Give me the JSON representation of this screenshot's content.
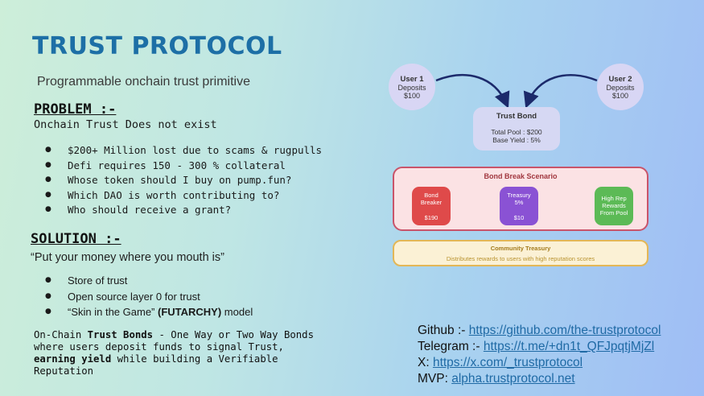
{
  "title": "TRUST PROTOCOL",
  "subtitle": "Programmable onchain trust primitive",
  "problem": {
    "heading": "PROBLEM :-",
    "subheading": "Onchain Trust Does not exist",
    "items": [
      "$200+ Million lost due to scams & rugpulls",
      "Defi requires 150 - 300 % collateral",
      "Whose token should I buy on pump.fun?",
      "Which DAO is worth contributing to?",
      "Who should receive a grant?"
    ]
  },
  "solution": {
    "heading": "SOLUTION :-",
    "subheading": "“Put your money where you mouth is”",
    "items": [
      "Store of trust",
      "Open source layer 0 for trust"
    ],
    "item3_pre": "“Skin in the Game” ",
    "item3_bold": "(FUTARCHY)",
    "item3_post": " model"
  },
  "bonds": {
    "p1": "On-Chain ",
    "p2": "Trust Bonds",
    "p3": " - One Way or Two Way Bonds where users deposit funds to signal Trust, ",
    "p4": "earning yield",
    "p5": " while building a Verifiable Reputation"
  },
  "diagram": {
    "user1": {
      "name": "User 1",
      "line1": "Deposits",
      "line2": "$100"
    },
    "user2": {
      "name": "User 2",
      "line1": "Deposits",
      "line2": "$100"
    },
    "trust_bond": {
      "title": "Trust Bond",
      "line1": "Total Pool : $200",
      "line2": "Base Yield : 5%"
    },
    "bond_break": {
      "title": "Bond Break Scenario",
      "breaker": {
        "l1": "Bond",
        "l2": "Breaker",
        "value": "$190"
      },
      "treasury": {
        "l1": "Treasury",
        "l2": "5%",
        "value": "$10"
      },
      "rewards": {
        "l1": "High Rep",
        "l2": "Rewards",
        "l3": "From Pool"
      }
    },
    "community": {
      "title": "Community Treasury",
      "subtitle": "Distributes rewards to users with high reputation scores"
    },
    "colors": {
      "breaker": "#df4a4a",
      "treasury": "#8a52d4",
      "rewards": "#5cba56",
      "arrow": "#1c2a6b"
    }
  },
  "links": {
    "github_label": "Github :- ",
    "github_url": "https://github.com/the-trustprotocol",
    "telegram_label": "Telegram :- ",
    "telegram_url": "https://t.me/+dn1t_QFJpqtjMjZl",
    "x_label": "X: ",
    "x_url": "https://x.com/_trustprotocol",
    "mvp_label": "MVP: ",
    "mvp_url": "alpha.trustprotocol.net"
  }
}
